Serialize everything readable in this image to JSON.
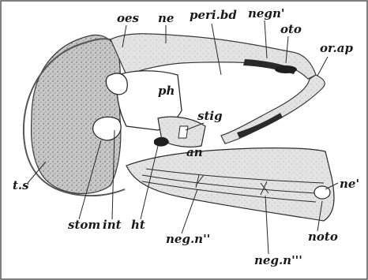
{
  "labels": {
    "oes": "oes",
    "ne": "ne",
    "peri_bd": "peri.bd",
    "negn_prime": "negn'",
    "oto": "oto",
    "or_ap": "or.ap",
    "ph": "ph",
    "stig": "stig",
    "an": "an",
    "ts": "t.s",
    "stom": "stom",
    "int": "int",
    "ht": "ht",
    "ne_prime": "ne'",
    "neg_double": "neg.n''",
    "noto": "noto",
    "neg_triple": "neg.n'''"
  }
}
